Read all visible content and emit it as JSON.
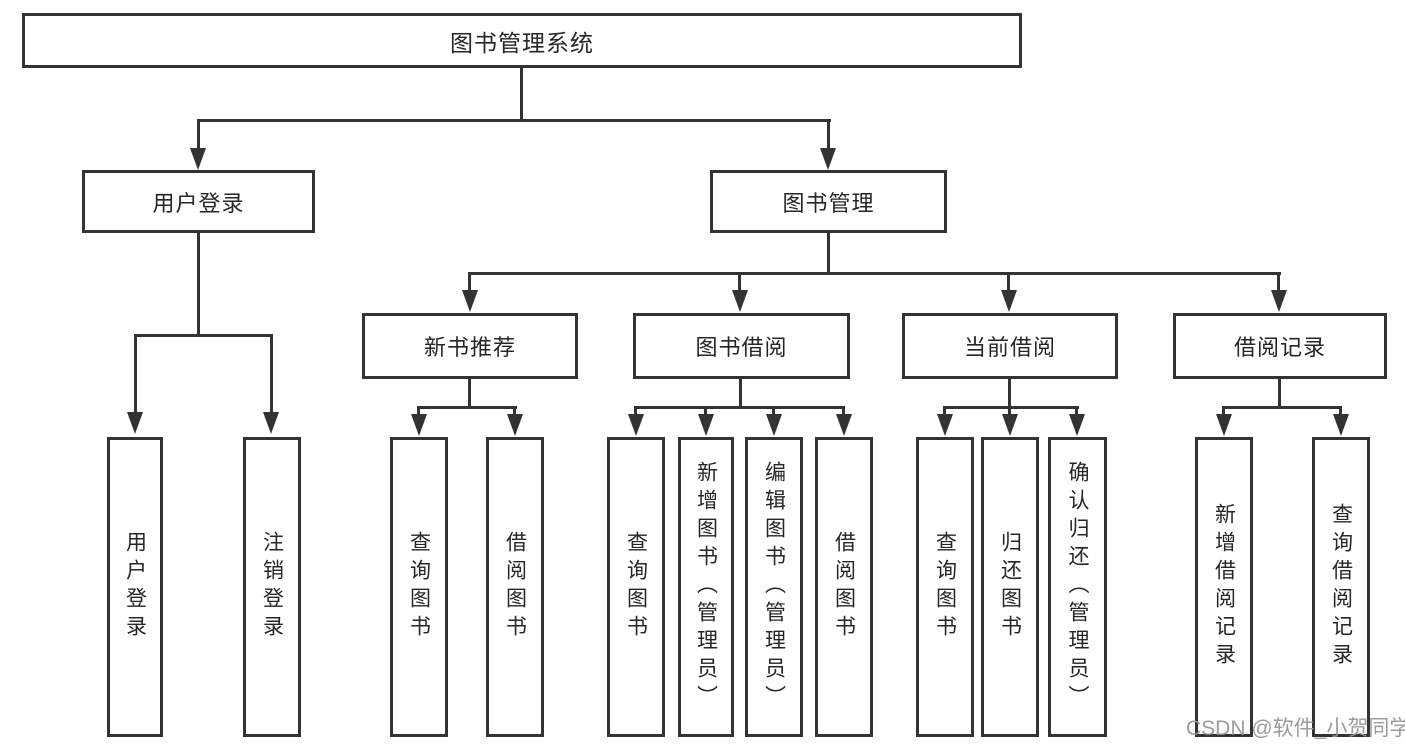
{
  "colors": {
    "background": "#ffffff",
    "line": "#333333",
    "text": "#262626",
    "watermark": "#949494"
  },
  "watermark": "CSDN @软件_小贺同学",
  "tree": {
    "root": {
      "label": "图书管理系统"
    },
    "branches": [
      {
        "label": "用户登录",
        "children": [
          {
            "label": "用户登录"
          },
          {
            "label": "注销登录"
          }
        ]
      },
      {
        "label": "图书管理",
        "children": [
          {
            "label": "新书推荐",
            "children": [
              {
                "label": "查询图书"
              },
              {
                "label": "借阅图书"
              }
            ]
          },
          {
            "label": "图书借阅",
            "children": [
              {
                "label": "查询图书"
              },
              {
                "label": "新增图书（管理员）"
              },
              {
                "label": "编辑图书（管理员）"
              },
              {
                "label": "借阅图书"
              }
            ]
          },
          {
            "label": "当前借阅",
            "children": [
              {
                "label": "查询图书"
              },
              {
                "label": "归还图书"
              },
              {
                "label": "确认归还（管理员）"
              }
            ]
          },
          {
            "label": "借阅记录",
            "children": [
              {
                "label": "新增借阅记录"
              },
              {
                "label": "查询借阅记录"
              }
            ]
          }
        ]
      }
    ]
  }
}
